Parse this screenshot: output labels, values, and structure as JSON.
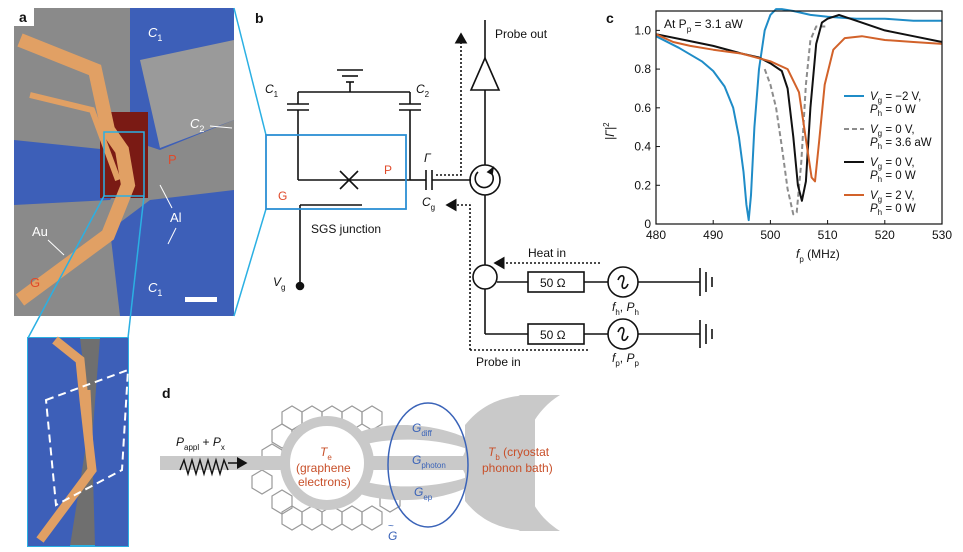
{
  "panels": {
    "a": "a",
    "b": "b",
    "c": "c",
    "d": "d"
  },
  "micrograph": {
    "c1_top": "C",
    "c1_top_sub": "1",
    "c2": "C",
    "c2_sub": "2",
    "p": "P",
    "al": "Al",
    "au": "Au",
    "g": "G",
    "c1_bottom": "C",
    "c1_bottom_sub": "1"
  },
  "circuit": {
    "probe_out": "Probe out",
    "c1": "C",
    "c1_sub": "1",
    "c2": "C",
    "c2_sub": "2",
    "gamma": "Γ",
    "p": "P",
    "g": "G",
    "cg": "C",
    "cg_sub": "g",
    "sgs_junction": "SGS junction",
    "vg": "V",
    "vg_sub": "g",
    "heat_in": "Heat in",
    "probe_in": "Probe in",
    "resistor_top": "50 Ω",
    "resistor_bottom": "50 Ω",
    "fh": "f",
    "fh_sub": "h",
    "ph": "P",
    "ph_sub": "h",
    "fp": "f",
    "fp_sub": "p",
    "pp": "P",
    "pp_sub": "p"
  },
  "chart_data": {
    "type": "line",
    "annotation": "At P",
    "annotation_sub": "p",
    "annotation_rest": " = 3.1 aW",
    "xlabel": "f",
    "xlabel_sub": "p",
    "xlabel_rest": " (MHz)",
    "ylabel": "|Γ|",
    "ylabel_sup": "2",
    "xlim": [
      480,
      530
    ],
    "ylim": [
      0,
      1.1
    ],
    "xticks": [
      "480",
      "490",
      "500",
      "510",
      "520",
      "530"
    ],
    "yticks": [
      "0",
      "0.2",
      "0.4",
      "0.6",
      "0.8",
      "1.0"
    ],
    "legend_position": "right",
    "series": [
      {
        "color": "#1f8cc7",
        "dash": false,
        "legend_l1": "V_g = −2 V,",
        "legend_l2": "P_h = 0 W",
        "x": [
          480,
          484,
          488,
          490,
          492,
          493.5,
          494.5,
          495.3,
          495.8,
          496.2,
          496.6,
          497.2,
          498,
          499,
          500,
          501,
          502,
          504,
          507,
          510,
          515,
          520,
          525,
          530
        ],
        "y": [
          0.97,
          0.91,
          0.84,
          0.79,
          0.71,
          0.6,
          0.45,
          0.27,
          0.1,
          0.02,
          0.15,
          0.5,
          0.8,
          1.0,
          1.08,
          1.11,
          1.11,
          1.1,
          1.08,
          1.07,
          1.06,
          1.06,
          1.05,
          1.05
        ]
      },
      {
        "color": "#8c8c8c",
        "dash": true,
        "legend_l1": "V_g = 0 V,",
        "legend_l2": "P_h = 3.6 aW",
        "x": [
          499,
          500,
          501,
          502,
          503,
          504,
          504.6,
          505.4,
          506.2,
          507,
          508,
          510
        ],
        "y": [
          0.8,
          0.72,
          0.6,
          0.4,
          0.18,
          0.05,
          0.06,
          0.32,
          0.72,
          0.95,
          1.02,
          1.02
        ]
      },
      {
        "color": "#111111",
        "dash": false,
        "legend_l1": "V_g = 0 V,",
        "legend_l2": "P_h = 0 W",
        "x": [
          480,
          485,
          490,
          495,
          498,
          500,
          502,
          503,
          504,
          504.8,
          505.5,
          506.2,
          507,
          508,
          509,
          510,
          512,
          515,
          520,
          525,
          530
        ],
        "y": [
          0.98,
          0.95,
          0.92,
          0.88,
          0.86,
          0.83,
          0.79,
          0.7,
          0.45,
          0.2,
          0.12,
          0.22,
          0.6,
          0.93,
          1.04,
          1.06,
          1.08,
          1.05,
          1.0,
          0.97,
          0.94
        ]
      },
      {
        "color": "#d2622a",
        "dash": false,
        "legend_l1": "V_g = 2 V,",
        "legend_l2": "P_h = 0 W",
        "x": [
          480,
          483,
          486,
          490,
          495,
          500,
          503,
          505,
          506.3,
          507.2,
          507.8,
          508.5,
          509.5,
          511,
          513,
          516,
          520,
          525,
          530
        ],
        "y": [
          0.98,
          0.94,
          0.92,
          0.9,
          0.88,
          0.84,
          0.8,
          0.68,
          0.42,
          0.24,
          0.22,
          0.42,
          0.72,
          0.9,
          0.96,
          0.97,
          0.95,
          0.94,
          0.93
        ]
      }
    ]
  },
  "thermal": {
    "p_appl": "P",
    "p_appl_sub": "appl",
    "p_x": "P",
    "p_x_sub": "x",
    "te": "T",
    "te_sub": "e",
    "te_l1": "(graphene",
    "te_l2": "electrons)",
    "tb": "T",
    "tb_sub": "b",
    "tb_rest": " (cryostat",
    "tb_l2": "phonon  bath)",
    "gdiff": "G",
    "gdiff_sub": "diff",
    "gphoton": "G",
    "gphoton_sub": "photon",
    "gep": "G",
    "gep_sub": "ep",
    "gtilde": "G"
  }
}
